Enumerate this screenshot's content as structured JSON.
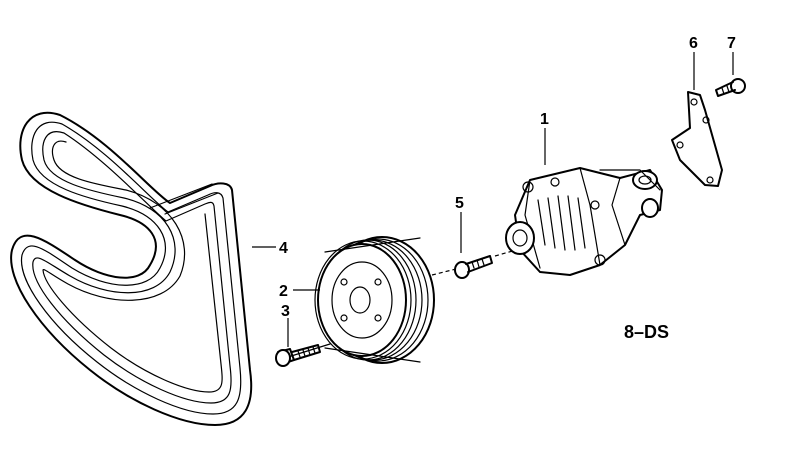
{
  "callouts": [
    {
      "id": "1",
      "text": "1"
    },
    {
      "id": "2",
      "text": "2"
    },
    {
      "id": "3",
      "text": "3"
    },
    {
      "id": "4",
      "text": "4"
    },
    {
      "id": "5",
      "text": "5"
    },
    {
      "id": "6",
      "text": "6"
    },
    {
      "id": "7",
      "text": "7"
    }
  ],
  "diagram_code": "8–DS"
}
